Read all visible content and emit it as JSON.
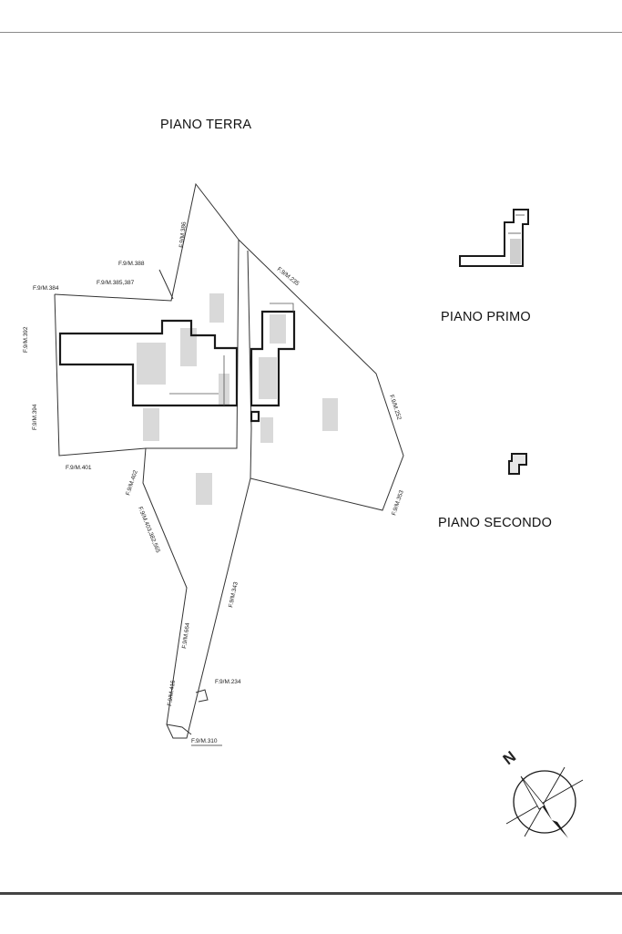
{
  "floors": {
    "ground": "PIANO TERRA",
    "first": "PIANO PRIMO",
    "second": "PIANO SECONDO"
  },
  "parcels": [
    "F.9/M.386",
    "F.9/M.388",
    "F.9/M.385,387",
    "F.9/M.384",
    "F.9/M.392",
    "F.9/M.394",
    "F.9/M.401",
    "F.9/M.402",
    "F.9/M.403,382,565",
    "F.9/M.343",
    "F.9/M.664",
    "F.9/M.416",
    "F.9/M.234",
    "F.9/M.310",
    "F.9/M.235",
    "F.9/M.252",
    "F.9/M.353"
  ],
  "north_label": "N",
  "colors": {
    "line": "#1a1a1a",
    "thin_line": "#333333",
    "redaction": "#d9d9d9",
    "hatch": "#cfcfcf"
  }
}
